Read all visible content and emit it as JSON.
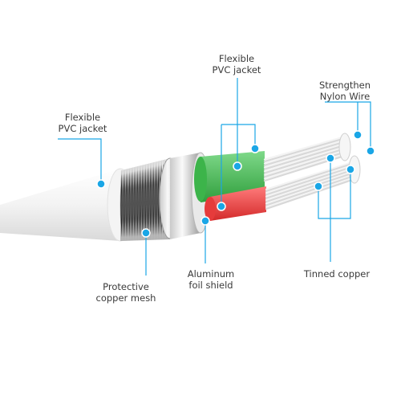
{
  "labels": {
    "outer_jacket": {
      "line1": "Flexible",
      "line2": "PVC jacket"
    },
    "inner_jacket": {
      "line1": "Flexible",
      "line2": "PVC jacket"
    },
    "nylon": {
      "line1": "Strengthen",
      "line2": "Nylon Wire"
    },
    "mesh": {
      "line1": "Protective",
      "line2": "copper mesh"
    },
    "foil": {
      "line1": "Aluminum",
      "line2": "foil shield"
    },
    "tinned": {
      "line1": "Tinned copper"
    }
  },
  "colors": {
    "accent": "#1aa6e6",
    "insulation_green": "#3cb44a",
    "insulation_red": "#e63b3b",
    "jacket_white": "#f2f2f2"
  }
}
